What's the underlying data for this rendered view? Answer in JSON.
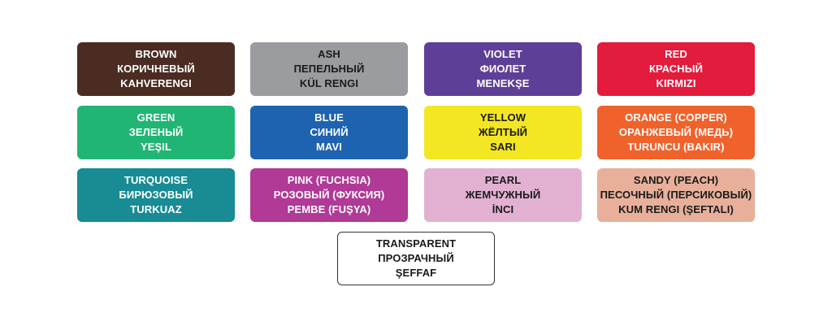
{
  "swatches": [
    {
      "lines": [
        "BROWN",
        "КОРИЧНЕВЫЙ",
        "KAHVERENGI"
      ],
      "color": "#4a2c22",
      "text_color": "#ffffff"
    },
    {
      "lines": [
        "ASH",
        "ПЕПЕЛЬНЫЙ",
        "KÜL RENGI"
      ],
      "color": "#9a9c9f",
      "text_color": "#1a1a1a"
    },
    {
      "lines": [
        "VIOLET",
        "ФИОЛЕТ",
        "MENEKŞE"
      ],
      "color": "#5e3f98",
      "text_color": "#ffffff"
    },
    {
      "lines": [
        "RED",
        "КРАСНЫЙ",
        "KIRMIZI"
      ],
      "color": "#e31b3c",
      "text_color": "#ffffff"
    },
    {
      "lines": [
        "GREEN",
        "ЗЕЛЕНЫЙ",
        "YEŞIL"
      ],
      "color": "#21b575",
      "text_color": "#ffffff"
    },
    {
      "lines": [
        "BLUE",
        "СИНИЙ",
        "MAVI"
      ],
      "color": "#1d63b0",
      "text_color": "#ffffff"
    },
    {
      "lines": [
        "YELLOW",
        "ЖЁЛТЫЙ",
        "SARI"
      ],
      "color": "#f3e724",
      "text_color": "#1a1a1a"
    },
    {
      "lines": [
        "ORANGE (COPPER)",
        "ОРАНЖЕВЫЙ (МЕДЬ)",
        "TURUNCU (BAKIR)"
      ],
      "color": "#f0622c",
      "text_color": "#ffffff"
    },
    {
      "lines": [
        "TURQUOISE",
        "БИРЮЗОВЫЙ",
        "TURKUAZ"
      ],
      "color": "#188b94",
      "text_color": "#ffffff"
    },
    {
      "lines": [
        "PINK (FUCHSIA)",
        "РОЗОВЫЙ (ФУКСИЯ)",
        "PEMBE (FUŞYA)"
      ],
      "color": "#b03a96",
      "text_color": "#ffffff"
    },
    {
      "lines": [
        "PEARL",
        "ЖЕМЧУЖНЫЙ",
        "İNCI"
      ],
      "color": "#e2b1d2",
      "text_color": "#1a1a1a"
    },
    {
      "lines": [
        "SANDY (PEACH)",
        "ПЕСОЧНЫЙ (ПЕРСИКОВЫЙ)",
        "KUM RENGI (ŞEFTALI)"
      ],
      "color": "#e8b09a",
      "text_color": "#1a1a1a"
    },
    {
      "lines": [
        "TRANSPARENT",
        "ПРОЗРАЧНЫЙ",
        "ŞEFFAF"
      ],
      "color": "#ffffff",
      "text_color": "#1a1a1a"
    }
  ]
}
